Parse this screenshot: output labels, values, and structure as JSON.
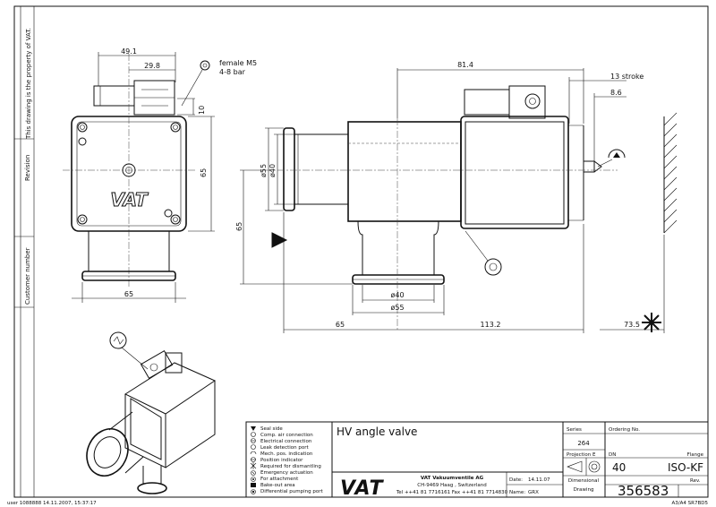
{
  "side_panel": {
    "property_note": "This drawing is the property of VAT.",
    "revision_label": "Revision",
    "customer_label": "Customer number"
  },
  "front_view": {
    "dims": {
      "width_top": "49.1",
      "width_inner": "29.8",
      "offset_right": "10",
      "height": "65",
      "width_bottom": "65"
    },
    "note_line1": "female M5",
    "note_line2": "4-8 bar"
  },
  "side_view": {
    "dims": {
      "overall_top": "81.4",
      "stroke": "13 stroke",
      "small": "8.6",
      "d55_vertical": "ø55",
      "d40_vertical": "ø40",
      "height_left": "65",
      "d40_bottom": "ø40",
      "d55_bottom": "ø55",
      "len_left": "65",
      "len_right": "113.2",
      "wall": "73.5"
    }
  },
  "legend": {
    "items": [
      "Seal side",
      "Comp. air connection",
      "Electrical connection",
      "Leak detection port",
      "Mech. pos. indication",
      "Position indicator",
      "Required for dismantling",
      "Emergency actuation",
      "For attachment",
      "Bake-out area",
      "Differential pumping port"
    ]
  },
  "title_block": {
    "title": "HV angle valve",
    "company_name": "VAT Vakuumventile AG",
    "company_address": "CH-9469 Haag , Switzerland",
    "company_contact": "Tel ++41 81 7716161 Fax ++41 81 7714830",
    "date_label": "Date:",
    "date_value": "14.11.07",
    "name_label": "Name:",
    "name_value": "GRX",
    "series_label": "Series",
    "series_value": "264",
    "projection_label": "Projection E",
    "ordering_label": "Ordering No.",
    "dn_label": "DN",
    "dn_value": "40",
    "flange_label": "Flange",
    "flange_value": "ISO-KF",
    "doc_type_line1": "Dimensional",
    "doc_type_line2": "Drawing",
    "drawing_number": "356583",
    "rev_label": "Rev."
  },
  "footer": {
    "left_stamp": "user 1088888 14.11.2007, 15:37:17",
    "right_stamp": "A3/A4 SR7BD5"
  }
}
